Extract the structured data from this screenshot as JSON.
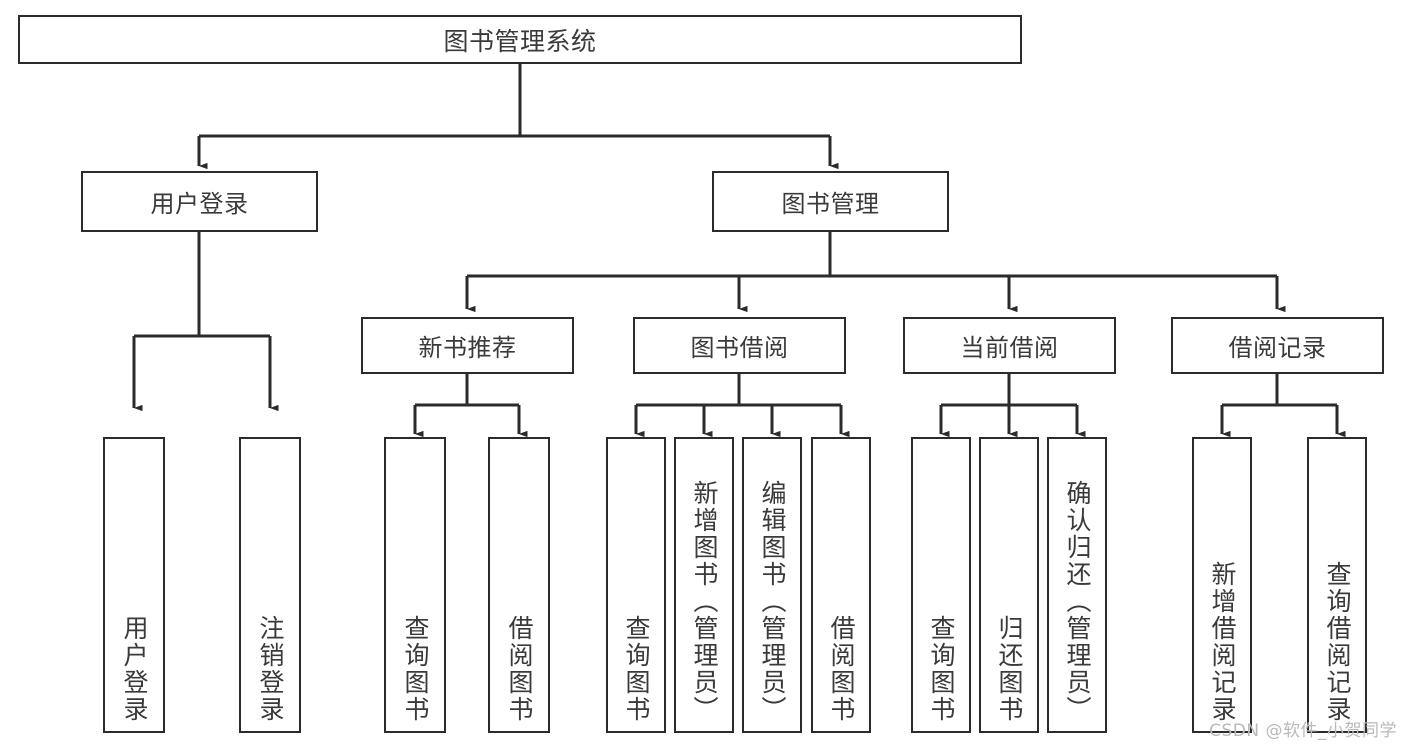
{
  "diagram": {
    "title": "图书管理系统",
    "type": "tree",
    "watermark": "CSDN @软件_小贺同学",
    "colors": {
      "background": "#ffffff",
      "box_border": "#2b2b2b",
      "box_fill": "#ffffff",
      "text": "#3a3a3a",
      "connector": "#2b2b2b",
      "watermark": "#b9b9b9"
    },
    "nodes": {
      "root": {
        "label": "图书管理系统"
      },
      "level1": [
        {
          "label": "用户登录"
        },
        {
          "label": "图书管理"
        }
      ],
      "level2": [
        {
          "label": "新书推荐"
        },
        {
          "label": "图书借阅"
        },
        {
          "label": "当前借阅"
        },
        {
          "label": "借阅记录"
        }
      ],
      "leaves": {
        "user_login": [
          {
            "label": "用户登录"
          },
          {
            "label": "注销登录"
          }
        ],
        "new_book_recommend": [
          {
            "label": "查询图书"
          },
          {
            "label": "借阅图书"
          }
        ],
        "book_borrow": [
          {
            "label": "查询图书"
          },
          {
            "label": "新增图书（管理员）"
          },
          {
            "label": "编辑图书（管理员）"
          },
          {
            "label": "借阅图书"
          }
        ],
        "current_borrow": [
          {
            "label": "查询图书"
          },
          {
            "label": "归还图书"
          },
          {
            "label": "确认归还（管理员）"
          }
        ],
        "borrow_record": [
          {
            "label": "新增借阅记录"
          },
          {
            "label": "查询借阅记录"
          }
        ]
      }
    }
  }
}
